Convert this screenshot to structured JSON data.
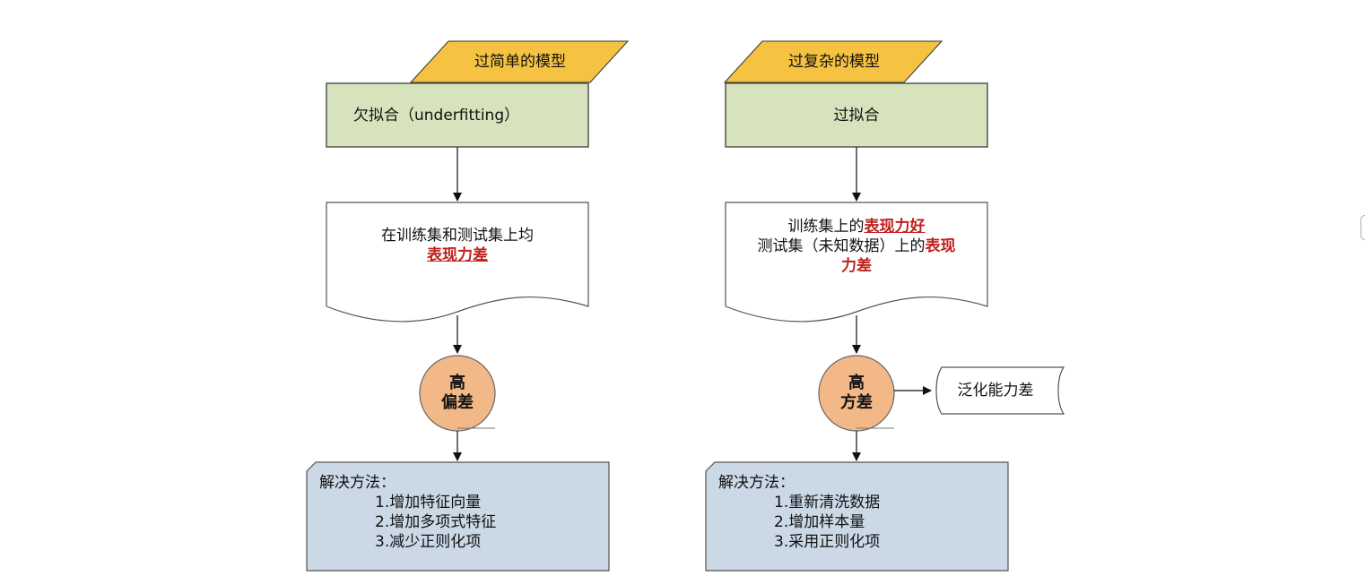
{
  "left": {
    "header": "过简单的模型",
    "box": "欠拟合（underfitting）",
    "doc_line1": "在训练集和测试集上均",
    "doc_highlight": "表现力差",
    "circle_line1": "高",
    "circle_line2": "偏差",
    "solution": {
      "title": "解决方法：",
      "items": [
        "1.增加特征向量",
        "2.增加多项式特征",
        "3.减少正则化项"
      ]
    }
  },
  "right": {
    "header": "过复杂的模型",
    "box": "过拟合",
    "doc_line1_prefix": "训练集上的",
    "doc_line1_highlight": "表现力好",
    "doc_line2_prefix": "测试集（未知数据）上的",
    "doc_line2_highlight": "表现",
    "doc_line3_highlight": "力差",
    "circle_line1": "高",
    "circle_line2": "方差",
    "side_note": "泛化能力差",
    "solution": {
      "title": "解决方法：",
      "items": [
        "1.重新清洗数据",
        "2.增加样本量",
        "3.采用正则化项"
      ]
    }
  },
  "colors": {
    "parallelogram": "#f5c242",
    "process_box": "#d6e3bc",
    "circle": "#f2b887",
    "solution_box": "#cbd8e6",
    "highlight": "#c0201c"
  }
}
